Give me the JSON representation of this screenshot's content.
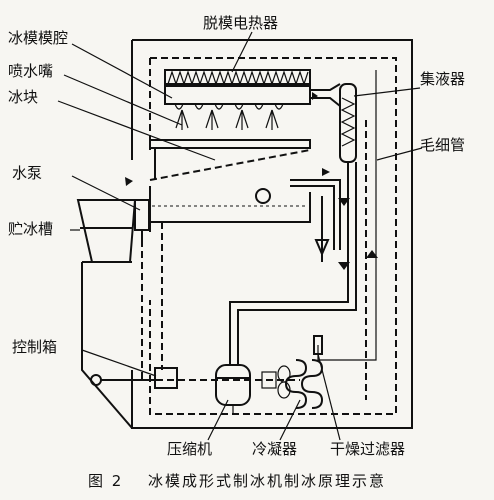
{
  "labels": {
    "demold_heater": "脱模电热器",
    "mold_cavity": "冰模模腔",
    "nozzle": "喷水嘴",
    "ice": "冰块",
    "accumulator": "集液器",
    "capillary": "毛细管",
    "pump": "水泵",
    "ice_tank": "贮冰槽",
    "control_box": "控制箱",
    "compressor": "压缩机",
    "condenser": "冷凝器",
    "dryer_filter": "干燥过滤器"
  },
  "caption": {
    "figure_no": "图 2",
    "text": "冰模成形式制冰机制冰原理示意"
  }
}
